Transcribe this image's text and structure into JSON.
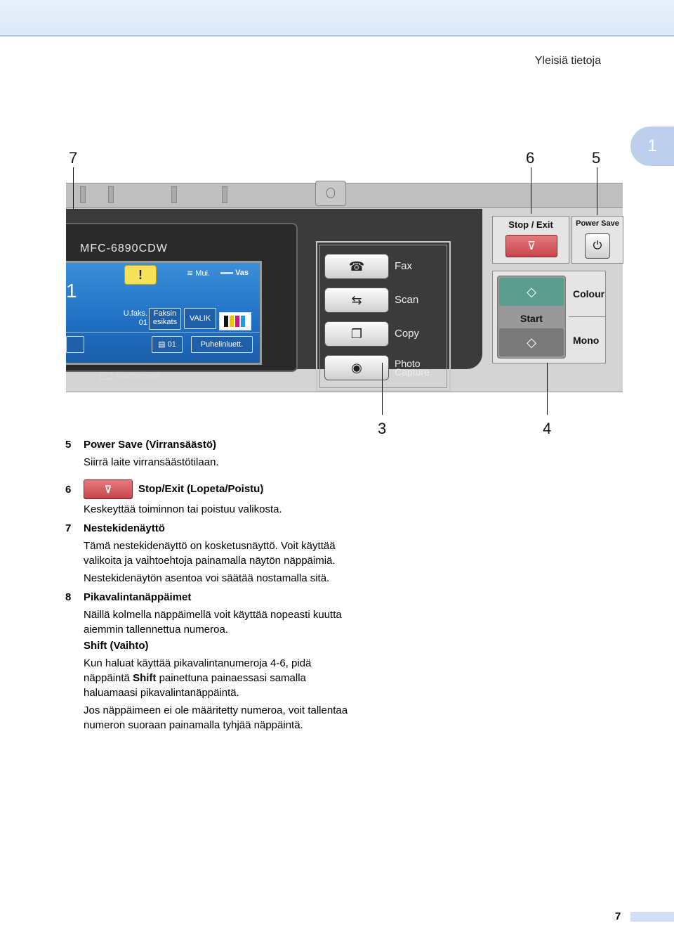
{
  "header": {
    "title": "Yleisiä tietoja",
    "chapter": "1"
  },
  "callouts": {
    "c7": "7",
    "c6": "6",
    "c5": "5",
    "c3": "3",
    "c4": "4"
  },
  "panel": {
    "model": "MFC-6890CDW",
    "lcd": {
      "warning_symbol": "!",
      "wifi_label": "Mui.",
      "vas_label": "Vas",
      "big_digit": "1",
      "ufaks_line1": "U.faks.",
      "ufaks_line2": "01",
      "faksin_line1": "Faksin",
      "faksin_line2": "esikats",
      "valik": "VALIK",
      "fax_count": "01",
      "phonebook": "Puhelinluett."
    },
    "touchscreen_label": "Touchscreen",
    "modes": [
      {
        "label": "Fax",
        "icon": "fax-icon",
        "glyph": "☎"
      },
      {
        "label": "Scan",
        "icon": "scan-icon",
        "glyph": "⇆"
      },
      {
        "label": "Copy",
        "icon": "copy-icon",
        "glyph": "❐"
      },
      {
        "label_line1": "Photo",
        "label_line2": "Capture",
        "icon": "camera-icon",
        "glyph": "◉"
      }
    ],
    "stop_exit": "Stop / Exit",
    "power_save": "Power Save",
    "start": "Start",
    "colour": "Colour",
    "mono": "Mono",
    "ink_colors": [
      "#111111",
      "#f2c400",
      "#d4147a",
      "#1aa0e0"
    ]
  },
  "items": [
    {
      "num": "5",
      "title": "Power Save (Virransäästö)",
      "text": "Siirrä laite virransäästötilaan."
    },
    {
      "num": "6",
      "title": "Stop/Exit (Lopeta/Poistu)",
      "text": "Keskeyttää toiminnon tai poistuu valikosta."
    },
    {
      "num": "7",
      "title": "Nestekidenäyttö",
      "text": "Tämä nestekidenäyttö on kosketusnäyttö. Voit käyttää valikoita ja vaihtoehtoja painamalla näytön näppäimiä.",
      "text2": "Nestekidenäytön asentoa voi säätää nostamalla sitä."
    },
    {
      "num": "8",
      "title": "Pikavalintanäppäimet",
      "text": "Näillä kolmella näppäimellä voit käyttää nopeasti kuutta aiemmin tallennettua numeroa.",
      "subtitle": "Shift (Vaihto)",
      "text2_a": "Kun haluat käyttää pikavalintanumeroja 4-6, pidä näppäintä ",
      "text2_b": "Shift",
      "text2_c": " painettuna painaessasi samalla haluamaasi pikavalintanäppäintä.",
      "text3": "Jos näppäimeen ei ole määritetty numeroa, voit tallentaa numeron suoraan painamalla tyhjää näppäintä."
    }
  ],
  "page_number": "7"
}
